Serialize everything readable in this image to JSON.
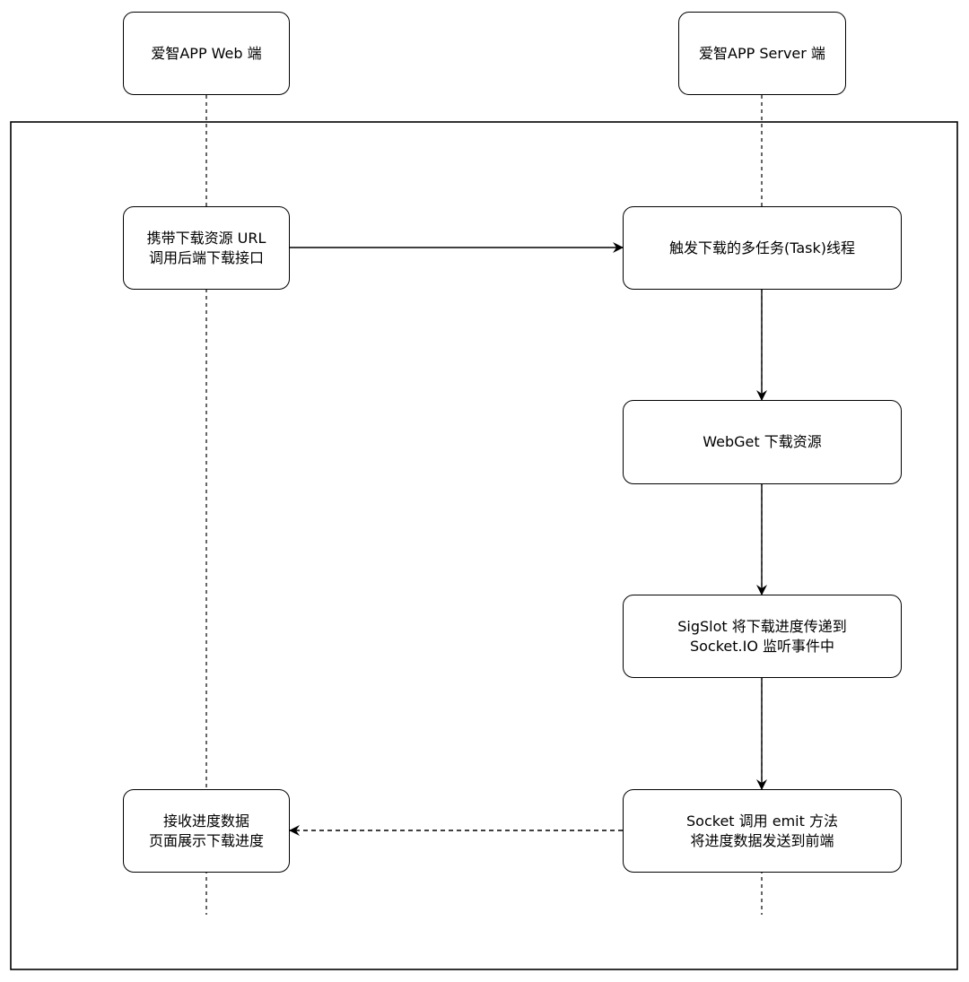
{
  "participants": {
    "web": "爱智APP Web 端",
    "server": "爱智APP Server 端"
  },
  "steps": {
    "request": {
      "line1": "携带下载资源 URL",
      "line2": "调用后端下载接口"
    },
    "task": {
      "line1": "触发下载的多任务(Task)线程"
    },
    "webget": {
      "line1": "WebGet 下载资源"
    },
    "sigslot": {
      "line1": "SigSlot 将下载进度传递到",
      "line2": "Socket.IO 监听事件中"
    },
    "emit": {
      "line1": "Socket 调用 emit 方法",
      "line2": "将进度数据发送到前端"
    },
    "receive": {
      "line1": "接收进度数据",
      "line2": "页面展示下载进度"
    }
  }
}
